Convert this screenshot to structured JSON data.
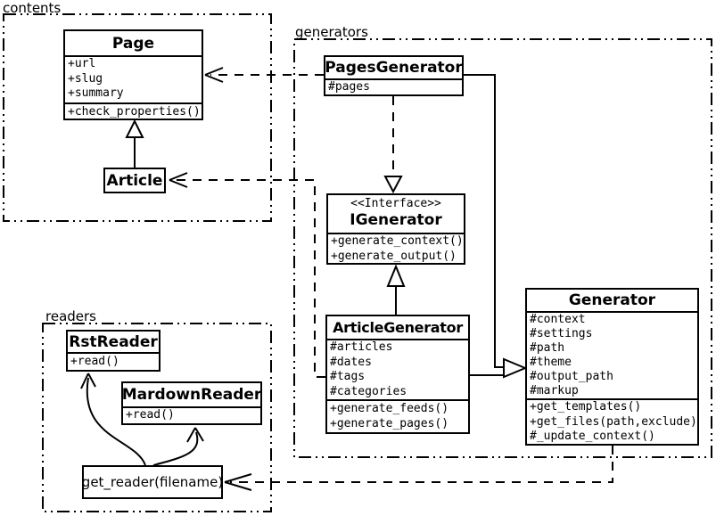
{
  "colors": {
    "line": "#000000",
    "background": "#ffffff"
  },
  "packages": {
    "contents": {
      "label": "contents"
    },
    "generators": {
      "label": "generators"
    },
    "readers": {
      "label": "readers"
    }
  },
  "classes": {
    "page": {
      "name": "Page",
      "attributes": [
        "+url",
        "+slug",
        "+summary"
      ],
      "methods": [
        "+check_properties()"
      ]
    },
    "article": {
      "name": "Article"
    },
    "pages_generator": {
      "name": "PagesGenerator",
      "attributes": [
        "#pages"
      ]
    },
    "igenerator": {
      "stereotype": "<<Interface>>",
      "name": "IGenerator",
      "methods": [
        "+generate_context()",
        "+generate_output()"
      ]
    },
    "article_generator": {
      "name": "ArticleGenerator",
      "attributes": [
        "#articles",
        "#dates",
        "#tags",
        "#categories"
      ],
      "methods": [
        "+generate_feeds()",
        "+generate_pages()"
      ]
    },
    "generator": {
      "name": "Generator",
      "attributes": [
        "#context",
        "#settings",
        "#path",
        "#theme",
        "#output_path",
        "#markup"
      ],
      "methods": [
        "+get_templates()",
        "+get_files(path,exclude)",
        "#_update_context()"
      ]
    },
    "rst_reader": {
      "name": "RstReader",
      "methods": [
        "+read()"
      ]
    },
    "mardown_reader": {
      "name": "MardownReader",
      "methods": [
        "+read()"
      ]
    },
    "get_reader": {
      "label": "get_reader(filename)"
    }
  },
  "relationships": [
    {
      "type": "generalization",
      "from": "Article",
      "to": "Page"
    },
    {
      "type": "dependency",
      "from": "PagesGenerator",
      "to": "Page"
    },
    {
      "type": "dependency",
      "from": "ArticleGenerator",
      "to": "Article"
    },
    {
      "type": "realization",
      "from": "PagesGenerator",
      "to": "IGenerator"
    },
    {
      "type": "generalization",
      "from": "ArticleGenerator",
      "to": "IGenerator"
    },
    {
      "type": "generalization",
      "from": "PagesGenerator",
      "to": "Generator"
    },
    {
      "type": "generalization",
      "from": "ArticleGenerator",
      "to": "Generator"
    },
    {
      "type": "dependency",
      "from": "Generator",
      "to": "get_reader(filename)"
    },
    {
      "type": "arrow",
      "from": "get_reader(filename)",
      "to": "RstReader"
    },
    {
      "type": "arrow",
      "from": "get_reader(filename)",
      "to": "MardownReader"
    }
  ]
}
